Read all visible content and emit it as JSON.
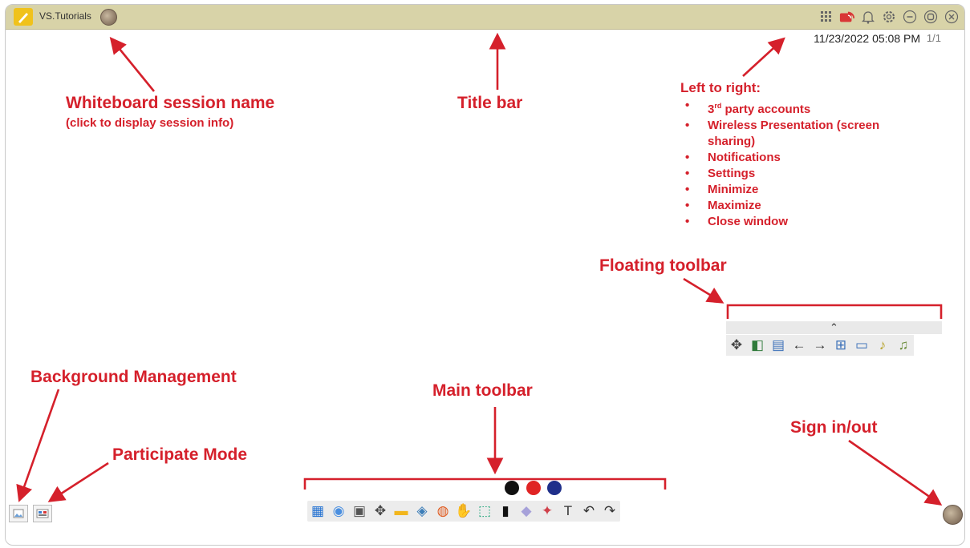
{
  "title_bar": {
    "session_name": "VS.Tutorials",
    "icons": [
      {
        "name": "third-party-accounts-icon",
        "glyph": "grid"
      },
      {
        "name": "wireless-presentation-icon",
        "glyph": "cast"
      },
      {
        "name": "notifications-icon",
        "glyph": "bell"
      },
      {
        "name": "settings-icon",
        "glyph": "gear"
      },
      {
        "name": "minimize-icon",
        "glyph": "minus-circle"
      },
      {
        "name": "maximize-icon",
        "glyph": "max-circle"
      },
      {
        "name": "close-window-icon",
        "glyph": "x-circle"
      }
    ]
  },
  "status": {
    "datetime": "11/23/2022 05:08 PM",
    "page": "1/1"
  },
  "annotations": {
    "session_name": "Whiteboard session name",
    "session_name_hint": "(click to display session info)",
    "title_bar": "Title bar",
    "left_to_right": "Left to right:",
    "items": [
      {
        "pre": "3",
        "sup": "rd",
        "post": " party accounts"
      },
      {
        "text": "Wireless Presentation (screen sharing)"
      },
      {
        "text": "Notifications"
      },
      {
        "text": "Settings"
      },
      {
        "text": "Minimize"
      },
      {
        "text": "Maximize"
      },
      {
        "text": "Close window"
      }
    ],
    "floating_toolbar": "Floating toolbar",
    "background_management": "Background Management",
    "participate_mode": "Participate Mode",
    "main_toolbar": "Main toolbar",
    "sign_in_out": "Sign in/out"
  },
  "colors": {
    "annotation": "#d5202b",
    "title_bar_bg": "#d8d3a8",
    "pen_black": "#111111",
    "pen_red": "#e02424",
    "pen_blue": "#1f2f8a"
  },
  "main_toolbar": [
    {
      "name": "windows-start-icon",
      "glyph": "▦",
      "color": "#1f6fd1"
    },
    {
      "name": "collaboration-icon",
      "glyph": "◉",
      "color": "#4a8fe0"
    },
    {
      "name": "screen-capture-icon",
      "glyph": "▣",
      "color": "#555555"
    },
    {
      "name": "move-icon",
      "glyph": "✥",
      "color": "#444444"
    },
    {
      "name": "folder-icon",
      "glyph": "▬",
      "color": "#f2b61d"
    },
    {
      "name": "layers-icon",
      "glyph": "◈",
      "color": "#3b7db8"
    },
    {
      "name": "browser-icon",
      "glyph": "◍",
      "color": "#e05a1e"
    },
    {
      "name": "hand-pan-icon",
      "glyph": "✋",
      "color": "#f0a35a"
    },
    {
      "name": "select-icon",
      "glyph": "⬚",
      "color": "#1fa57a"
    },
    {
      "name": "marker-pen-icon",
      "glyph": "▮",
      "color": "#111111"
    },
    {
      "name": "eraser-icon",
      "glyph": "◆",
      "color": "#a6a1d9"
    },
    {
      "name": "shapes-icon",
      "glyph": "✦",
      "color": "#d0404a"
    },
    {
      "name": "text-icon",
      "glyph": "T",
      "color": "#333333"
    },
    {
      "name": "undo-icon",
      "glyph": "↶",
      "color": "#333333"
    },
    {
      "name": "redo-icon",
      "glyph": "↷",
      "color": "#333333"
    }
  ],
  "floating_toolbar": [
    {
      "name": "move-icon",
      "glyph": "✥",
      "color": "#444444"
    },
    {
      "name": "board-icon",
      "glyph": "◧",
      "color": "#2f7a3a"
    },
    {
      "name": "page-icon",
      "glyph": "▤",
      "color": "#3a6fb8"
    },
    {
      "name": "previous-page-icon",
      "glyph": "←",
      "color": "#333333"
    },
    {
      "name": "next-page-icon",
      "glyph": "→",
      "color": "#333333"
    },
    {
      "name": "add-page-icon",
      "glyph": "⊞",
      "color": "#3a6fb8"
    },
    {
      "name": "page-number-icon",
      "glyph": "▭",
      "color": "#3a6fb8"
    },
    {
      "name": "microphone-icon",
      "glyph": "♪",
      "color": "#b7a22a"
    },
    {
      "name": "voice-command-icon",
      "glyph": "♫",
      "color": "#6b8d3a"
    }
  ]
}
